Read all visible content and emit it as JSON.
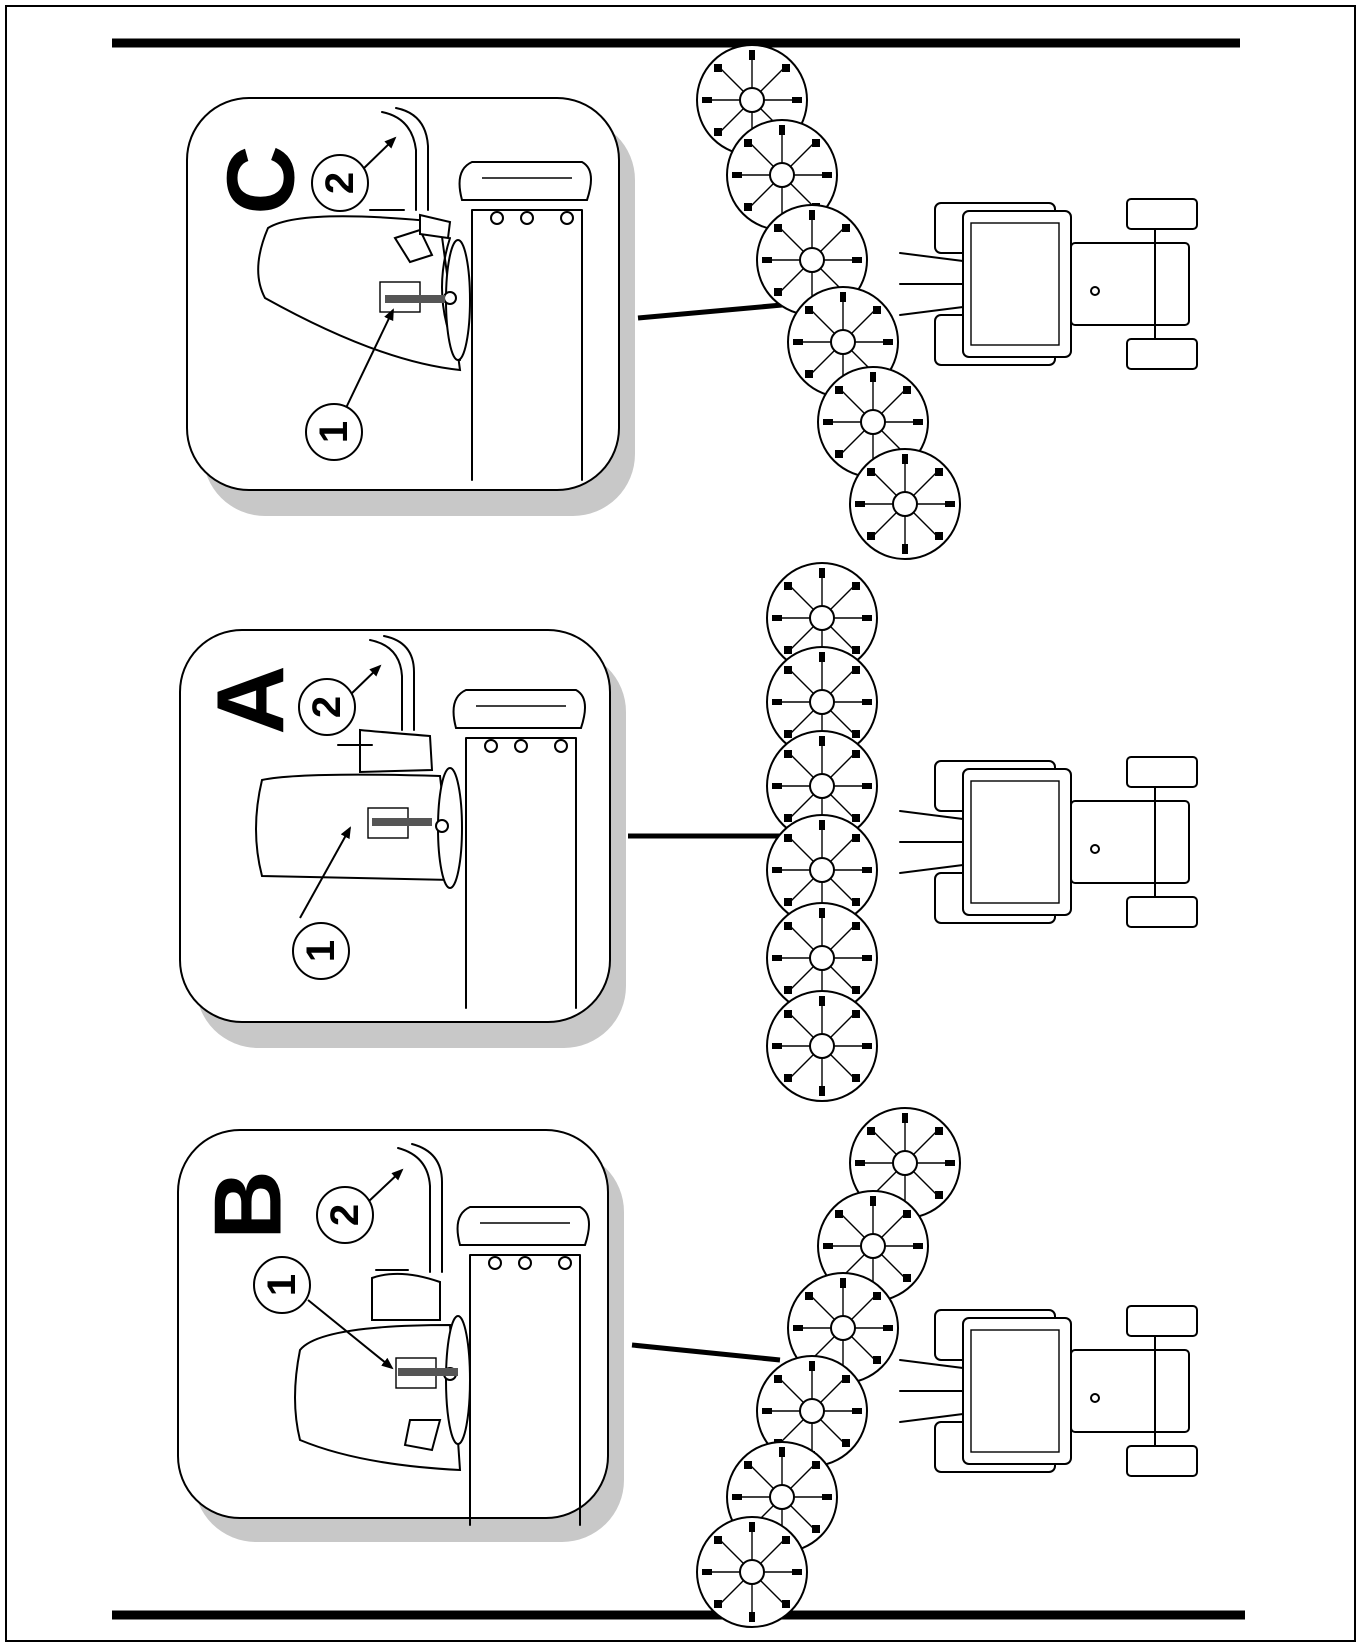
{
  "figure": {
    "panels": [
      {
        "id": "C",
        "letter": "C",
        "callouts": [
          "1",
          "2"
        ]
      },
      {
        "id": "A",
        "letter": "A",
        "callouts": [
          "1",
          "2"
        ]
      },
      {
        "id": "B",
        "letter": "B",
        "callouts": [
          "1",
          "2"
        ]
      }
    ]
  },
  "colors": {
    "ink": "#000000",
    "paper": "#ffffff",
    "shadow": "#c8c8c8"
  }
}
